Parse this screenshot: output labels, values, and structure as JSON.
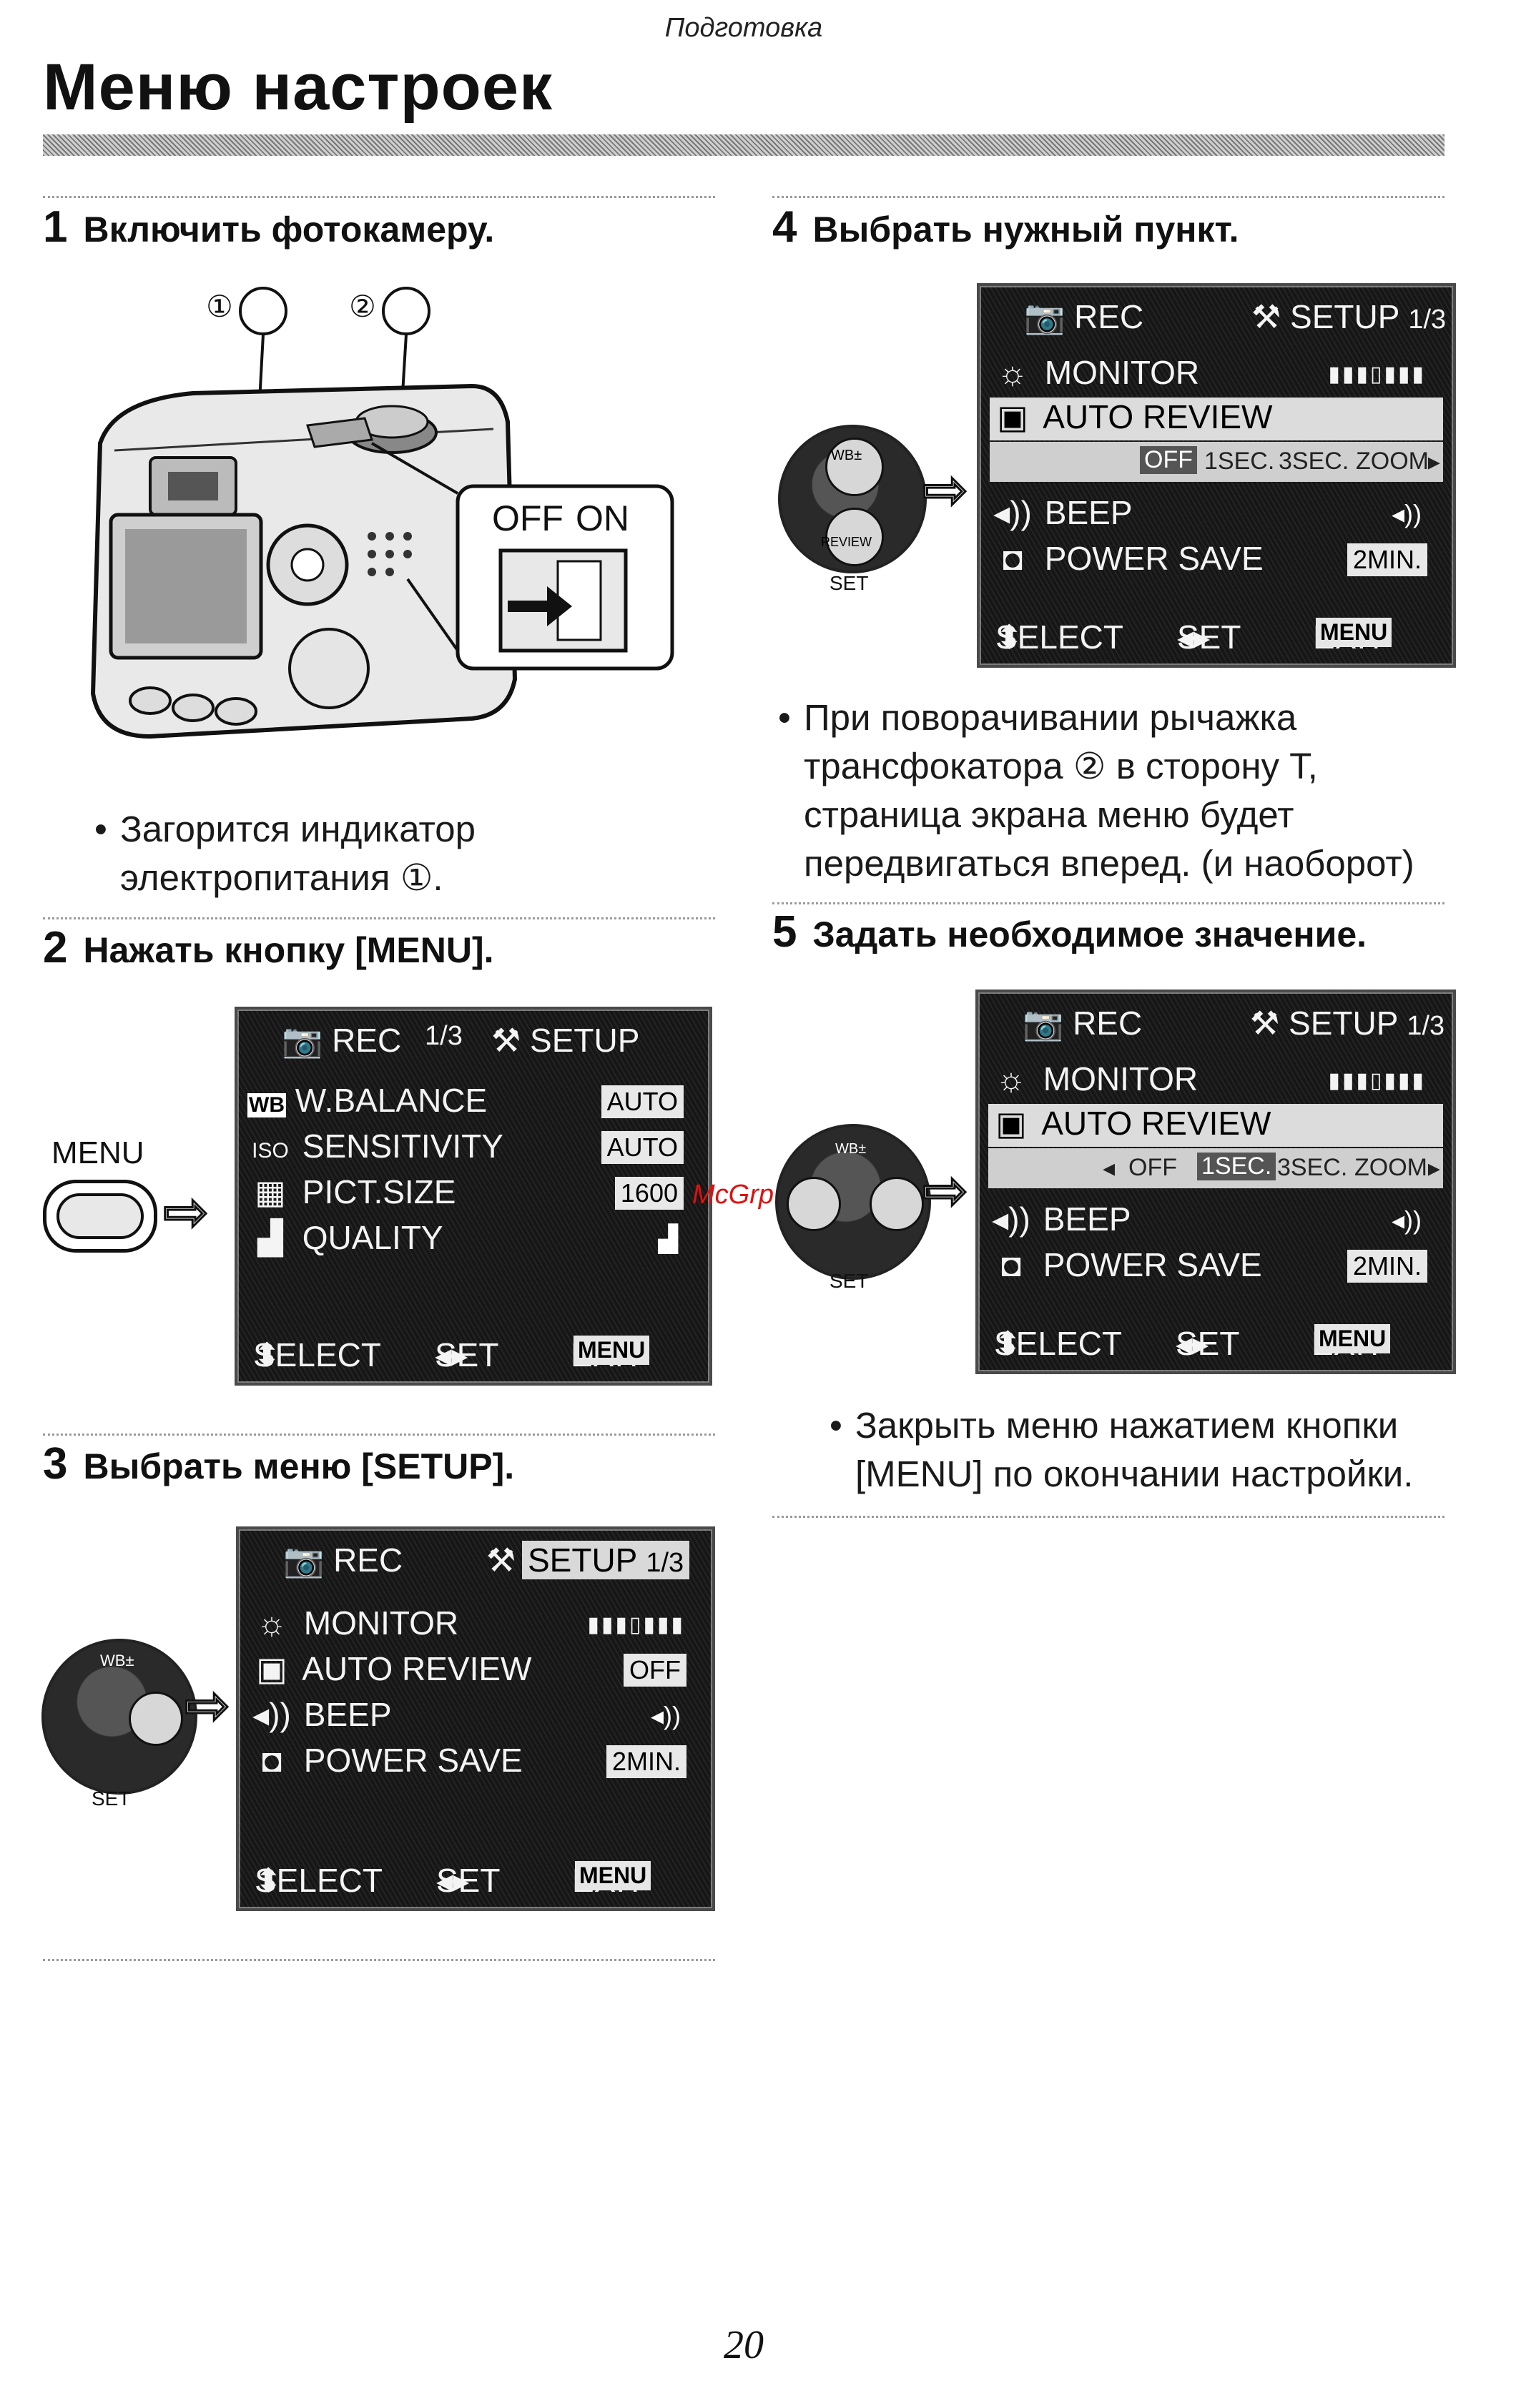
{
  "header": {
    "section": "Подготовка",
    "title": "Меню настроек"
  },
  "steps": [
    {
      "num": "1",
      "text": "Включить фотокамеру."
    },
    {
      "num": "2",
      "text": "Нажать кнопку [MENU]."
    },
    {
      "num": "3",
      "text": "Выбрать меню [SETUP]."
    },
    {
      "num": "4",
      "text": "Выбрать нужный пункт."
    },
    {
      "num": "5",
      "text": "Задать необходимое значение."
    }
  ],
  "bullets": {
    "b1_line1": "Загорится индикатор",
    "b1_line2": "электропитания ①.",
    "b4_line1": "При поворачивании рычажка",
    "b4_line2": "трансфокатора ② в сторону T,",
    "b4_line3": "страница экрана меню будет",
    "b4_line4": "передвигаться вперед. (и наоборот)",
    "b5_line1": "Закрыть меню нажатием кнопки",
    "b5_line2": "[MENU] по окончании настройки."
  },
  "camera_figure": {
    "callout_1": "①",
    "callout_2": "②",
    "switch_off": "OFF",
    "switch_on": "ON"
  },
  "menu_button_label": "MENU",
  "dial_label": "SET",
  "dial_top": "WB±",
  "dial_bottom": "REVIEW",
  "lcd_common": {
    "rec": "REC",
    "setup": "SETUP",
    "page": "1/3",
    "select": "SELECT",
    "set": "SET",
    "exit": "EXIT",
    "menu": "MENU"
  },
  "lcd_rec_rows": {
    "wb_label": "W.BALANCE",
    "wb_value": "AUTO",
    "wb_icon": "WB",
    "iso_label": "SENSITIVITY",
    "iso_value": "AUTO",
    "iso_icon": "ISO",
    "size_label": "PICT.SIZE",
    "size_value": "1600",
    "quality_label": "QUALITY"
  },
  "lcd_setup_rows": {
    "monitor": "MONITOR",
    "auto_review": "AUTO REVIEW",
    "auto_review_value": "OFF",
    "beep": "BEEP",
    "power_save": "POWER SAVE",
    "power_save_value": "2MIN."
  },
  "review_options": [
    "OFF",
    "1SEC.",
    "3SEC.",
    "ZOOM"
  ],
  "watermark": "McGrp.Ru",
  "page_number": "20",
  "icons": [
    "camera-icon",
    "wrench-icon",
    "sun-icon",
    "review-icon",
    "speaker-icon",
    "power-save-icon",
    "triangle-up-down-icon",
    "triangle-left-right-icon",
    "hollow-arrow-right-icon"
  ]
}
